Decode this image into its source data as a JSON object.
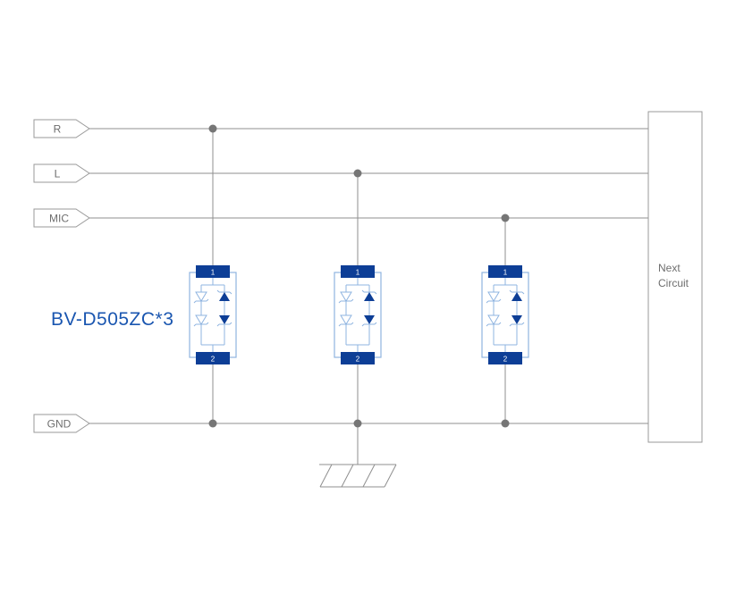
{
  "labels": {
    "r": "R",
    "l": "L",
    "mic": "MIC",
    "gnd": "GND",
    "component": "BV-D505ZC*3",
    "next_line1": "Next",
    "next_line2": "Circuit",
    "pin_top": "1",
    "pin_bottom": "2"
  },
  "colors": {
    "wire_gray": "#8f8f8f",
    "text_gray": "#6e6e6e",
    "junction_dot_gray": "#767676",
    "label_blue": "#1a56b0",
    "pad_blue": "#0d3e96",
    "component_light_blue": "#8fb4e0",
    "background": "#ffffff"
  }
}
